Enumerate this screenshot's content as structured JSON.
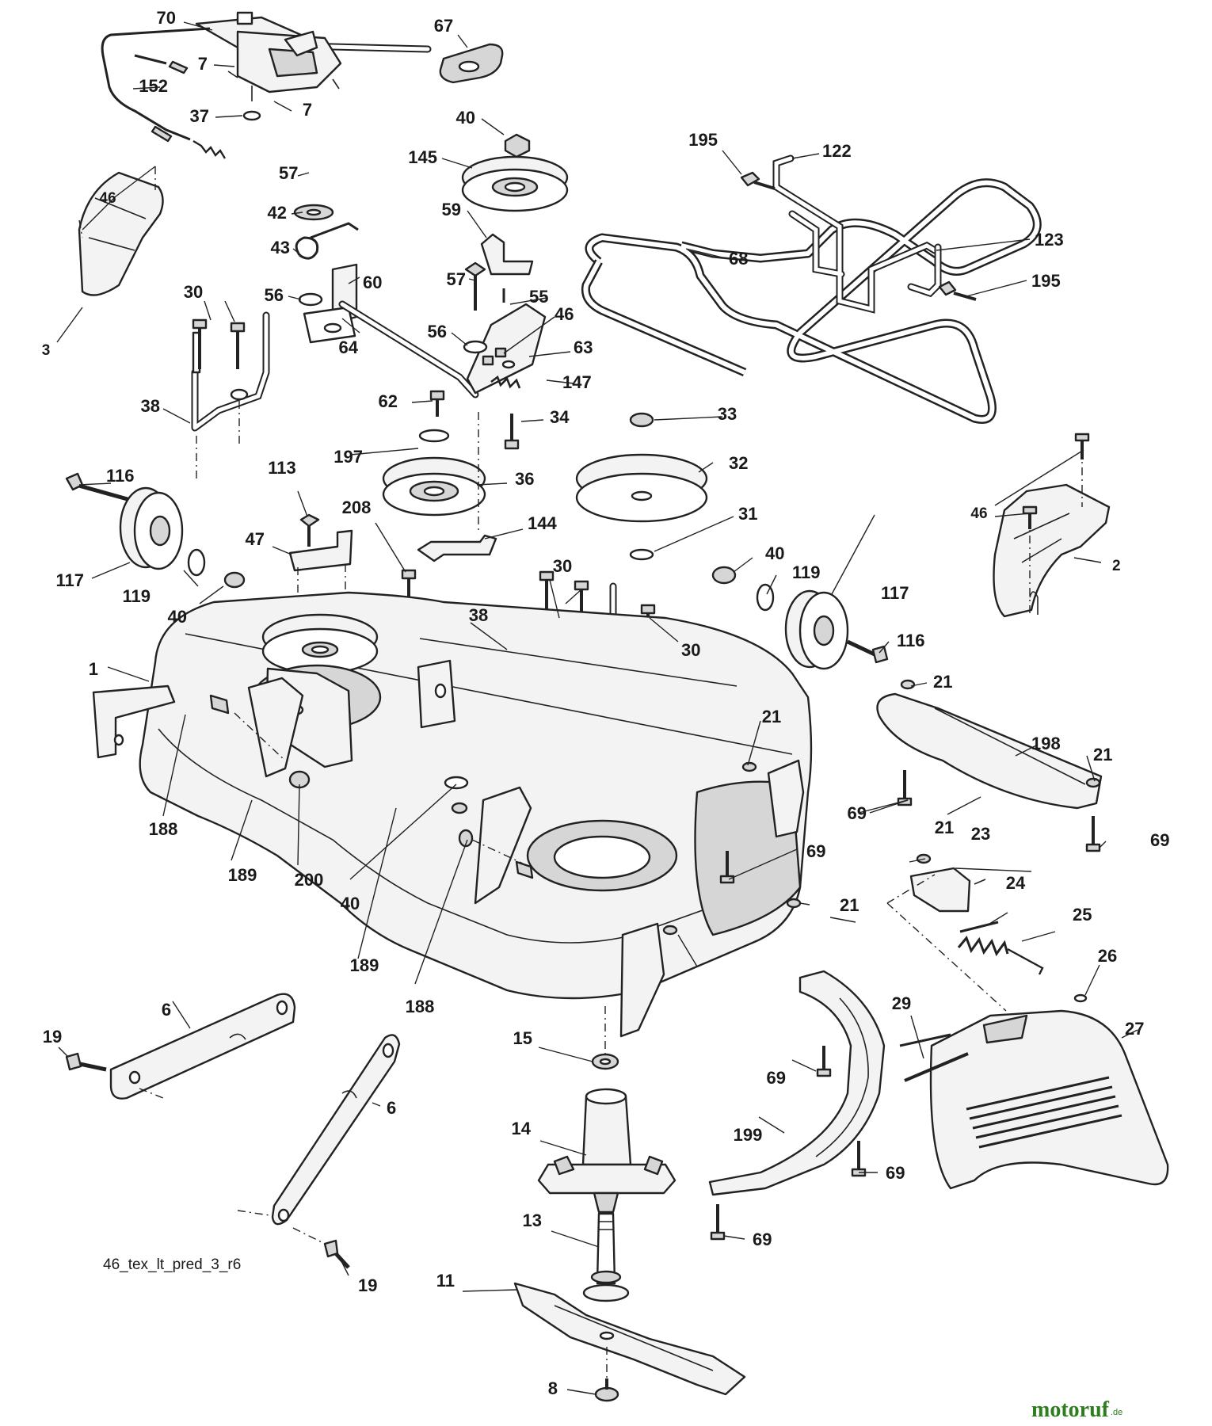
{
  "drawing_id": "46_tex_lt_pred_3_r6",
  "watermark": {
    "brand": "motoruf",
    "tld": ".de"
  },
  "callouts": [
    "70",
    "67",
    "7",
    "152",
    "7",
    "37",
    "40",
    "195",
    "122",
    "145",
    "57",
    "46",
    "42",
    "59",
    "123",
    "68",
    "195",
    "43",
    "60",
    "56",
    "57",
    "55",
    "3",
    "30",
    "46",
    "64",
    "56",
    "63",
    "147",
    "38",
    "62",
    "33",
    "34",
    "197",
    "36",
    "32",
    "116",
    "113",
    "208",
    "46",
    "144",
    "31",
    "2",
    "47",
    "40",
    "117",
    "119",
    "30",
    "119",
    "117",
    "40",
    "38",
    "30",
    "116",
    "1",
    "21",
    "198",
    "21",
    "21",
    "188",
    "69",
    "189",
    "200",
    "69",
    "69",
    "23",
    "21",
    "40",
    "24",
    "25",
    "189",
    "26",
    "188",
    "21",
    "27",
    "29",
    "6",
    "19",
    "15",
    "69",
    "14",
    "199",
    "6",
    "69",
    "19",
    "13",
    "69",
    "11",
    "8"
  ]
}
